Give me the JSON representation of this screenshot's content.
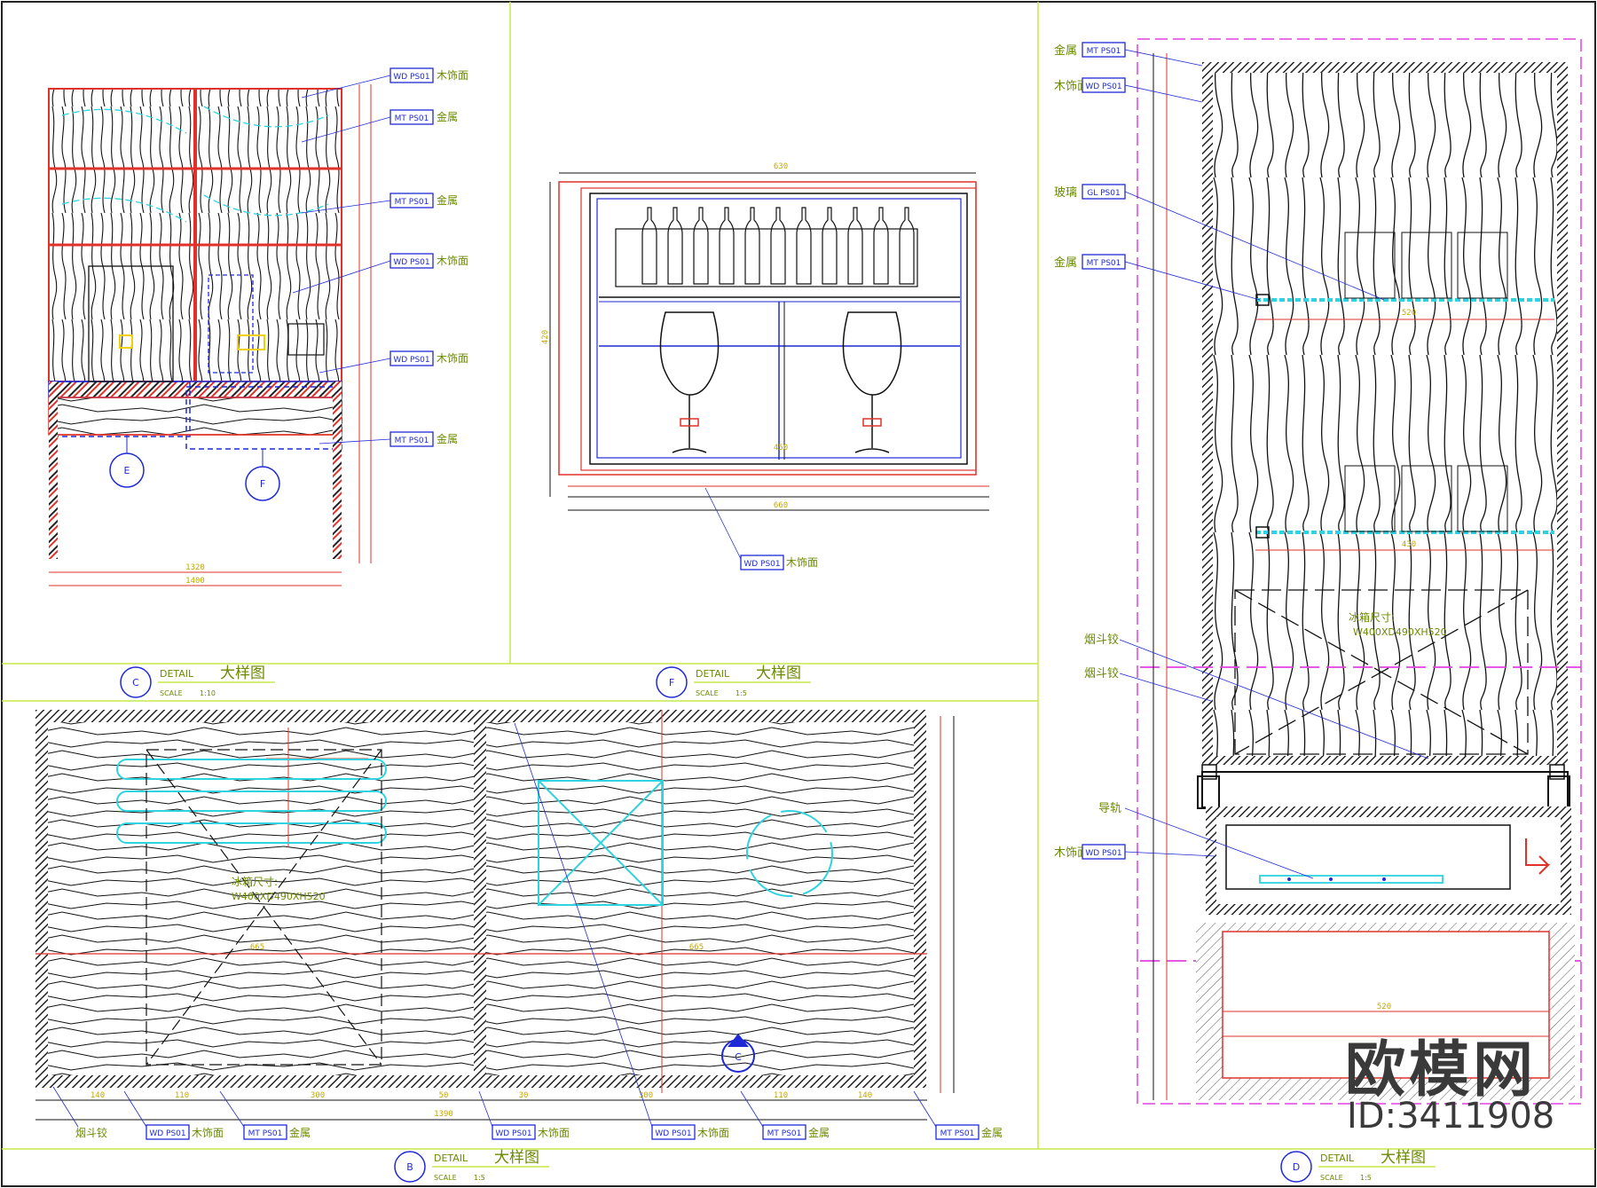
{
  "colors": {
    "frame": "#c6e84a",
    "red": "#e0322a",
    "cyan": "#2fd3e0",
    "blue": "#1f2ad6",
    "magenta": "#e040e0",
    "black": "#111111",
    "hatch": "#333333"
  },
  "panels": {
    "C": {
      "marker": "C",
      "title": "大样图",
      "subtitle": "DETAIL",
      "scale_label": "SCALE",
      "scale": "1:10",
      "dims": {
        "inner_width": "1320",
        "outer_width": "1400"
      },
      "tags": [
        {
          "code": "WD PS01",
          "text": "木饰面"
        },
        {
          "code": "MT PS01",
          "text": "金属"
        },
        {
          "code": "MT PS01",
          "text": "金属"
        },
        {
          "code": "WD PS01",
          "text": "木饰面"
        },
        {
          "code": "WD PS01",
          "text": "木饰面"
        },
        {
          "code": "MT PS01",
          "text": "金属"
        }
      ],
      "sub_markers": [
        "E",
        "F"
      ]
    },
    "F": {
      "marker": "F",
      "title": "大样图",
      "subtitle": "DETAIL",
      "scale_label": "SCALE",
      "scale": "1:5",
      "dims": {
        "top": "630",
        "bottom": "660",
        "height": "420",
        "mid": "450"
      },
      "tags": [
        {
          "code": "WD PS01",
          "text": "木饰面"
        }
      ]
    },
    "B": {
      "marker": "B",
      "title": "大样图",
      "subtitle": "DETAIL",
      "scale_label": "SCALE",
      "scale": "1:5",
      "center_marker": "C",
      "dims": {
        "left_span": "665",
        "right_span": "665",
        "total": "1390"
      },
      "bottom_dims": [
        "140",
        "110",
        "300",
        "50",
        "30",
        "300",
        "110",
        "140"
      ],
      "tags": [
        {
          "code": "",
          "text": "烟斗铰"
        },
        {
          "code": "WD PS01",
          "text": "木饰面"
        },
        {
          "code": "MT PS01",
          "text": "金属"
        },
        {
          "code": "WD PS01",
          "text": "木饰面"
        },
        {
          "code": "WD PS01",
          "text": "木饰面"
        },
        {
          "code": "MT PS01",
          "text": "金属"
        },
        {
          "code": "MT PS01",
          "text": "金属"
        }
      ]
    },
    "D": {
      "marker": "D",
      "title": "大样图",
      "subtitle": "DETAIL",
      "scale_label": "SCALE",
      "scale": "1:5",
      "fridge_note_1": "冰箱尺寸:",
      "fridge_note_2": "W400XD490XH520",
      "dims": {
        "shelf_1": "520",
        "shelf_2": "430",
        "inner": "520"
      },
      "tags": [
        {
          "code": "MT PS01",
          "text": "金属"
        },
        {
          "code": "WD PS01",
          "text": "木饰面"
        },
        {
          "code": "GL PS01",
          "text": "玻璃"
        },
        {
          "code": "MT PS01",
          "text": "金属"
        },
        {
          "code": "",
          "text": "烟斗铰"
        },
        {
          "code": "",
          "text": "烟斗铰"
        },
        {
          "code": "",
          "text": "导轨"
        },
        {
          "code": "WD PS01",
          "text": "木饰面"
        }
      ]
    }
  },
  "brand": {
    "logo": "欧模网",
    "id": "ID:3411908"
  }
}
